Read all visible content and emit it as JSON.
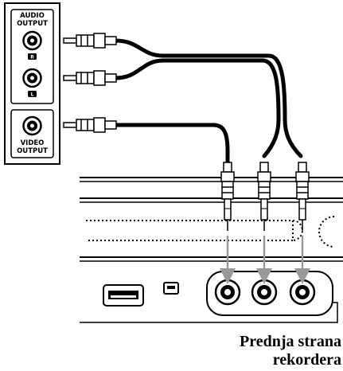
{
  "source_panel": {
    "audio_output_line1": "AUDIO",
    "audio_output_line2": "OUTPUT",
    "right_channel": "R",
    "left_channel": "L",
    "video_output_line1": "VIDEO",
    "video_output_line2": "OUTPUT"
  },
  "caption": {
    "line1": "Prednja strana",
    "line2": "rekordera"
  }
}
